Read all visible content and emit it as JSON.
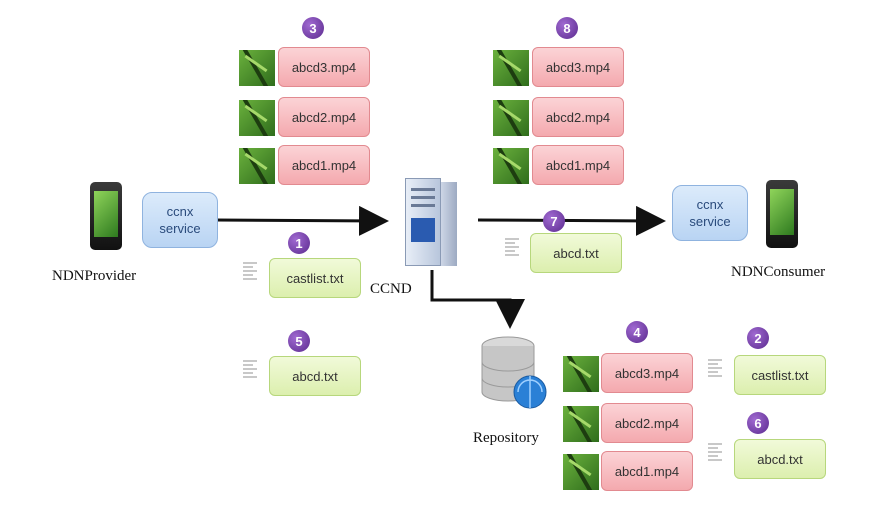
{
  "nodes": {
    "provider_label": "NDNProvider",
    "consumer_label": "NDNConsumer",
    "ccnd_label": "CCND",
    "repository_label": "Repository",
    "provider_service": [
      "ccnx",
      "service"
    ],
    "consumer_service": [
      "ccnx",
      "service"
    ]
  },
  "badges": [
    "1",
    "2",
    "3",
    "4",
    "5",
    "6",
    "7",
    "8"
  ],
  "files": {
    "group3": [
      "abcd3.mp4",
      "abcd2.mp4",
      "abcd1.mp4"
    ],
    "group8": [
      "abcd3.mp4",
      "abcd2.mp4",
      "abcd1.mp4"
    ],
    "group4": [
      "abcd3.mp4",
      "abcd2.mp4",
      "abcd1.mp4"
    ],
    "castlist_provider": "castlist.txt",
    "abcd_provider": "abcd.txt",
    "abcd_consumer": "abcd.txt",
    "castlist_repo": "castlist.txt",
    "abcd_repo": "abcd.txt"
  },
  "colors": {
    "video_file": "#f4a9ae",
    "text_file": "#dcefae",
    "service": "#b9d4f3",
    "badge": "#7b44b0"
  }
}
